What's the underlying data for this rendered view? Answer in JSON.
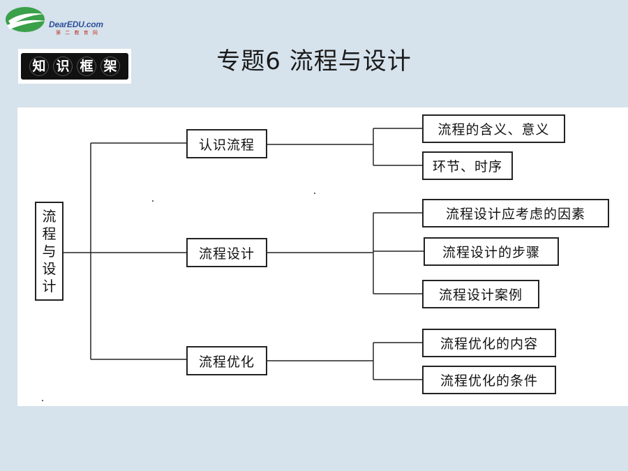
{
  "logo": {
    "brand": "DearEDU.com",
    "sub": "第 二 教 育 网"
  },
  "badge": {
    "chars": [
      "知",
      "识",
      "框",
      "架"
    ]
  },
  "title": "专题6  流程与设计",
  "root": {
    "chars": [
      "流",
      "程",
      "与",
      "设",
      "计"
    ]
  },
  "branches": [
    {
      "label": "认识流程",
      "children": [
        "流程的含义、意义",
        "环节、时序"
      ]
    },
    {
      "label": "流程设计",
      "children": [
        "流程设计应考虑的因素",
        "流程设计的步骤",
        "流程设计案例"
      ]
    },
    {
      "label": "流程优化",
      "children": [
        "流程优化的内容",
        "流程优化的条件"
      ]
    }
  ]
}
